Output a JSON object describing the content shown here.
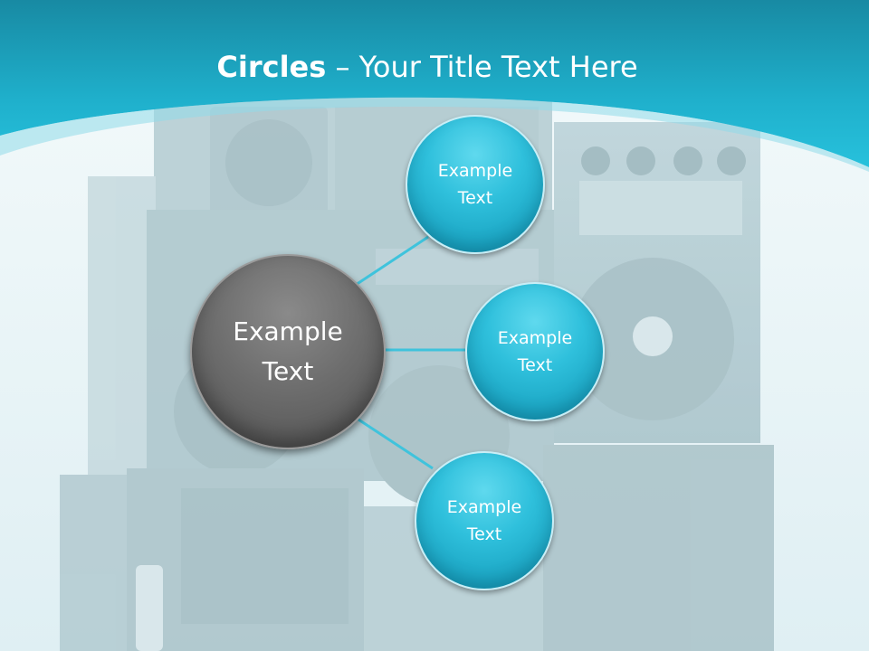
{
  "slide": {
    "title_bold": "Circles",
    "title_rest": " – Your Title Text Here"
  },
  "diagram": {
    "center": {
      "line1": "Example",
      "line2": "Text"
    },
    "top": {
      "line1": "Example",
      "line2": "Text"
    },
    "middle": {
      "line1": "Example",
      "line2": "Text"
    },
    "bottom": {
      "line1": "Example",
      "line2": "Text"
    }
  },
  "colors": {
    "accent": "#1fb5d3",
    "header_top": "#1a8fa8",
    "center_circle": "#6b6b6b",
    "connector": "#3fc3dc"
  }
}
